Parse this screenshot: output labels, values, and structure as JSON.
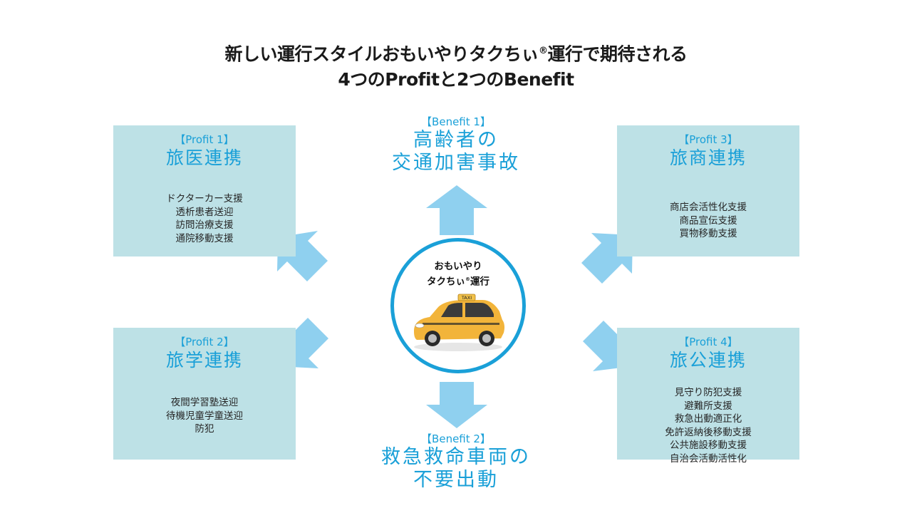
{
  "title": {
    "line1_a": "新しい運行スタイルおもいやりタクちぃ",
    "line1_reg": "®",
    "line1_b": "運行で期待される",
    "line2": "4つのProfitと2つのBenefit"
  },
  "center": {
    "line1": "おもいやり",
    "line2_a": "タクちぃ",
    "line2_reg": "®",
    "line2_b": "運行",
    "image_icon": "taxi-car-icon",
    "taxi_sign": "TAXI"
  },
  "profits": [
    {
      "tag": "【Profit 1】",
      "heading": "旅医連携",
      "items": [
        "ドクターカー支援",
        "透析患者送迎",
        "訪問治療支援",
        "通院移動支援"
      ]
    },
    {
      "tag": "【Profit 2】",
      "heading": "旅学連携",
      "items": [
        "夜間学習塾送迎",
        "待機児童学童送迎",
        "防犯"
      ]
    },
    {
      "tag": "【Profit 3】",
      "heading": "旅商連携",
      "items": [
        "商店会活性化支援",
        "商品宣伝支援",
        "買物移動支援"
      ]
    },
    {
      "tag": "【Profit 4】",
      "heading": "旅公連携",
      "items": [
        "見守り防犯支援",
        "避難所支援",
        "救急出動適正化",
        "免許返納後移動支援",
        "公共施設移動支援",
        "自治会活動活性化"
      ]
    }
  ],
  "benefits": [
    {
      "tag": "【Benefit 1】",
      "heading_line1": "高齢者の",
      "heading_line2": "交通加害事故"
    },
    {
      "tag": "【Benefit 2】",
      "heading_line1": "救急救命車両の",
      "heading_line2": "不要出動"
    }
  ],
  "colors": {
    "accent": "#1aa0d8",
    "box": "#bde1e6",
    "arrow": "#8fd0ef",
    "taxi": "#f2b43a"
  }
}
